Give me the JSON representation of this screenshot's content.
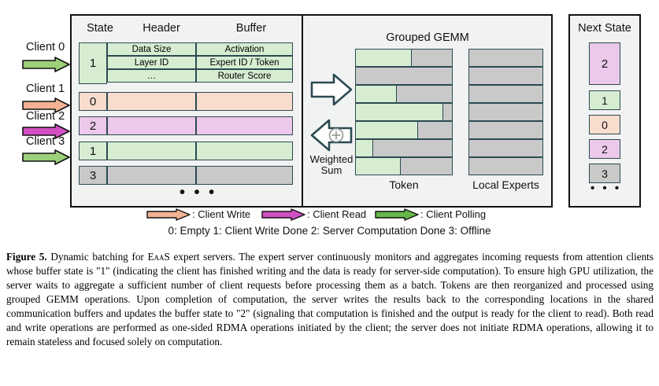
{
  "figure": {
    "buffer_panel": {
      "columns": [
        "State",
        "Header",
        "Buffer"
      ],
      "rows": [
        {
          "state": "1",
          "color": "green",
          "tall": true,
          "header_cells": [
            "Data Size",
            "Layer ID",
            "…"
          ],
          "buffer_cells": [
            "Activation",
            "Expert ID / Token",
            "Router Score"
          ]
        },
        {
          "state": "0",
          "color": "peach",
          "tall": false,
          "header_cells": [],
          "buffer_cells": []
        },
        {
          "state": "2",
          "color": "pink",
          "tall": false,
          "header_cells": [],
          "buffer_cells": []
        },
        {
          "state": "1",
          "color": "green",
          "tall": false,
          "header_cells": [],
          "buffer_cells": []
        },
        {
          "state": "3",
          "color": "gray",
          "tall": false,
          "header_cells": [],
          "buffer_cells": []
        }
      ],
      "ellipsis": "• • •"
    },
    "clients": [
      {
        "label": "Client 0",
        "arrow_color": "green"
      },
      {
        "label": "Client 1",
        "arrow_color": "peach"
      },
      {
        "label": "Client 2",
        "arrow_color": "pink"
      },
      {
        "label": "Client 3",
        "arrow_color": "green"
      }
    ],
    "gemm_panel": {
      "title": "Grouped GEMM",
      "token_label": "Token",
      "experts_label": "Local Experts",
      "weighted_sum_label": "Weighted\nSum",
      "weighted_sum_line1": "Weighted",
      "weighted_sum_line2": "Sum",
      "plus_symbol": "+",
      "forward_arrow": "right-arrow-icon",
      "back_arrow": "left-arrow-icon",
      "token_fill_percent": [
        58,
        0,
        43,
        91,
        65,
        18,
        47
      ],
      "expert_rows": 7
    },
    "next_state_panel": {
      "title": "Next State",
      "chips": [
        {
          "value": "2",
          "color": "pink",
          "tall": true
        },
        {
          "value": "1",
          "color": "green",
          "tall": false
        },
        {
          "value": "0",
          "color": "peach",
          "tall": false
        },
        {
          "value": "2",
          "color": "pink",
          "tall": false
        },
        {
          "value": "3",
          "color": "gray",
          "tall": false
        }
      ],
      "ellipsis": "• • •"
    },
    "legend": {
      "arrows": [
        {
          "label": ": Client Write",
          "color": "peach"
        },
        {
          "label": ": Client Read",
          "color": "pink"
        },
        {
          "label": ": Client Polling",
          "color": "green"
        }
      ],
      "states_line": "0: Empty   1: Client Write Done   2: Server Computation Done   3: Offline"
    },
    "colors": {
      "green": "#9cd07a",
      "peach": "#f3b393",
      "pink": "#d34fc4",
      "green_fill": "#d6edd1",
      "peach_fill": "#f8dccd",
      "pink_fill": "#ecc8ea",
      "gray_fill": "#c9c9c9",
      "stroke": "#2c4a52",
      "panel_bg": "#f1f2f2"
    }
  },
  "caption": {
    "label": "Figure 5.",
    "text_1": " Dynamic batching for ",
    "small_caps": "EaaS",
    "text_2": " expert servers. The expert server continuously monitors and aggregates incoming requests from attention clients whose buffer state is \"1\" (indicating the client has finished writing and the data is ready for server-side computation). To ensure high GPU utilization, the server waits to aggregate a sufficient number of client requests before processing them as a batch. Tokens are then reorganized and processed using grouped GEMM operations. Upon completion of computation, the server writes the results back to the corresponding locations in the shared communication buffers and updates the buffer state to \"2\" (signaling that computation is finished and the output is ready for the client to read). Both read and write operations are performed as one-sided RDMA operations initiated by the client; the server does not initiate RDMA operations, allowing it to remain stateless and focused solely on computation."
  }
}
